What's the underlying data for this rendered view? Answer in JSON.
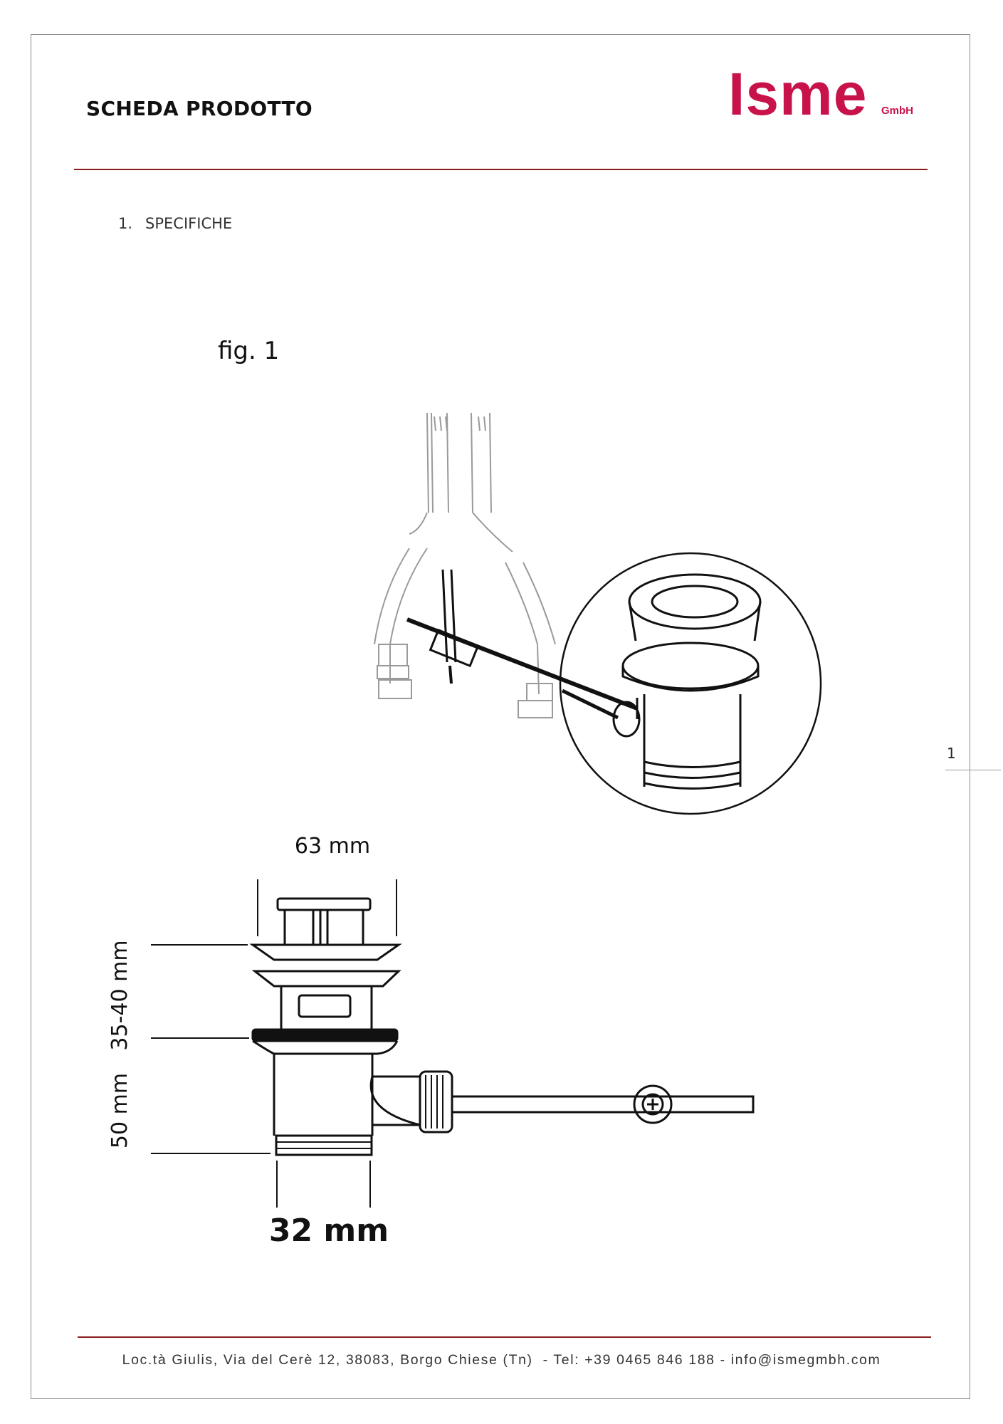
{
  "header": {
    "title": "SCHEDA PRODOTTO",
    "logo": {
      "main": "Isme",
      "sub": "GmbH",
      "color": "#c8124a"
    }
  },
  "accent_color": "#8b1c1c",
  "section": {
    "number": "1.",
    "title": "SPECIFICHE"
  },
  "figure": {
    "label": "fig. 1"
  },
  "dimensions": {
    "top_width": "63 mm",
    "height_upper": "35-40 mm",
    "height_lower": "50 mm",
    "bottom_width": "32 mm"
  },
  "page_number": "1",
  "footer": {
    "address": "Loc.tà Giulis, Via del Cerè 12, 38083, Borgo Chiese (Tn)",
    "contacts": "  - Tel: +39 0465 846 188 - info@ismegmbh.com"
  }
}
